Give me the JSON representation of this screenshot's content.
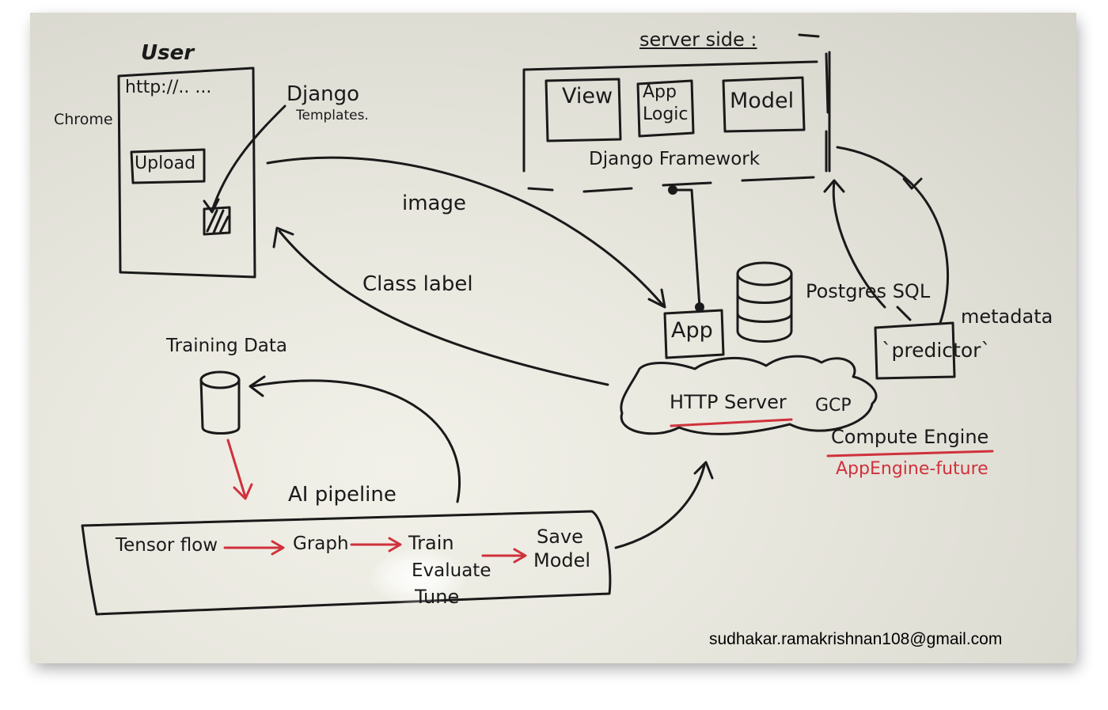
{
  "labels": {
    "user": "User",
    "chrome": "Chrome",
    "url": "http://.. ...",
    "upload": "Upload",
    "django_templates_1": "Django",
    "django_templates_2": "Templates.",
    "image": "image",
    "class_label": "Class label",
    "server_side": "server side :",
    "view": "View",
    "app_logic_1": "App",
    "app_logic_2": "Logic",
    "model": "Model",
    "django_framework": "Django Framework",
    "app": "App",
    "postgres": "Postgres SQL",
    "metadata": "metadata",
    "predictor": "`predictor`",
    "http_server": "HTTP Server",
    "gcp": "GCP",
    "compute_engine": "Compute Engine",
    "appengine_future": "AppEngine-future",
    "training_data": "Training Data",
    "ai_pipeline": "AI pipeline",
    "tensorflow": "Tensor flow",
    "graph": "Graph",
    "train": "Train",
    "evaluate": "Evaluate",
    "tune": "Tune",
    "save": "Save",
    "save_model": "Model",
    "email": "sudhakar.ramakrishnan108@gmail.com"
  },
  "colors": {
    "ink": "#1a1a1a",
    "red_marker": "#d0313c",
    "board": "#e9e8df"
  }
}
